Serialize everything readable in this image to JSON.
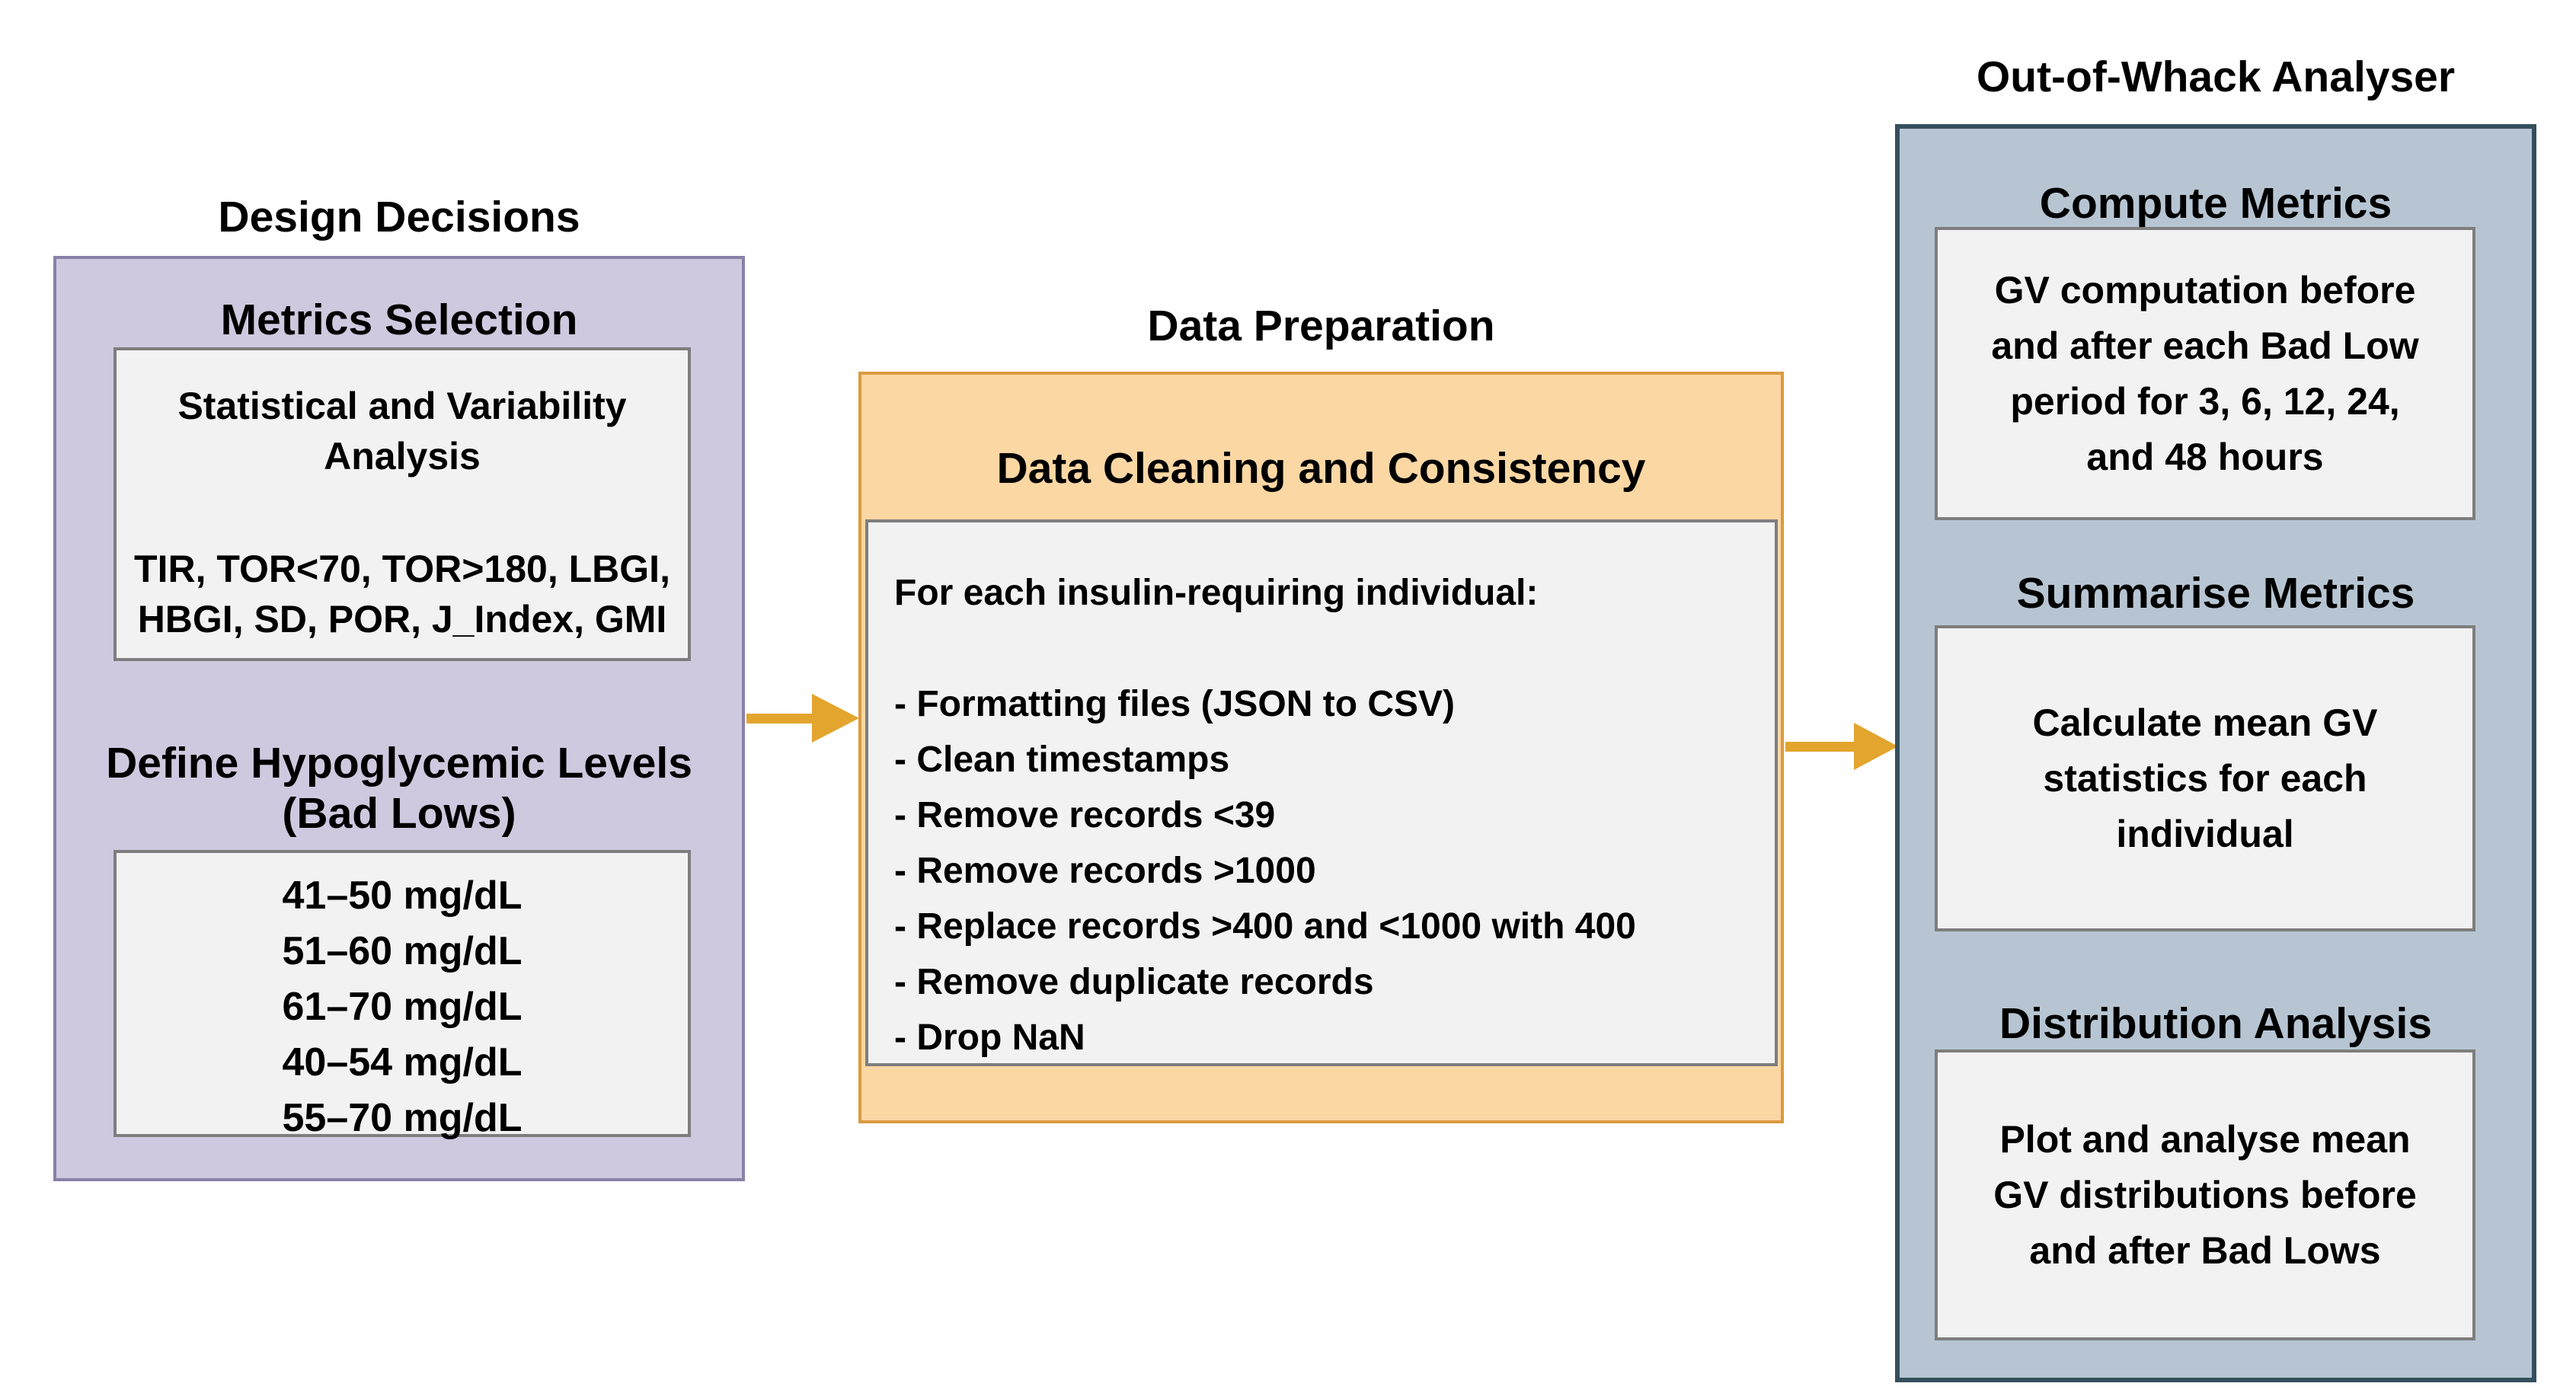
{
  "design": {
    "title": "Design Decisions",
    "metrics": {
      "heading": "Metrics Selection",
      "analysis_lines": [
        "Statistical and Variability",
        "Analysis"
      ],
      "metrics_lines": [
        "TIR, TOR<70, TOR>180, LBGI,",
        "HBGI, SD, POR, J_Index, GMI"
      ]
    },
    "hypo": {
      "heading_lines": [
        "Define Hypoglycemic Levels",
        "(Bad Lows)"
      ],
      "levels": [
        "41–50 mg/dL",
        "51–60 mg/dL",
        "61–70 mg/dL",
        "40–54 mg/dL",
        "55–70 mg/dL"
      ]
    }
  },
  "preparation": {
    "title": "Data Preparation",
    "heading": "Data Cleaning and Consistency",
    "intro": "For each insulin-requiring individual:",
    "steps": [
      "- Formatting files (JSON to CSV)",
      "- Clean timestamps",
      "- Remove records <39",
      "- Remove records >1000",
      "- Replace records >400 and <1000 with 400",
      "- Remove duplicate records",
      "- Drop NaN"
    ]
  },
  "analyser": {
    "title": "Out-of-Whack Analyser",
    "compute": {
      "heading": "Compute Metrics",
      "body_lines": [
        "GV computation before",
        "and after each Bad Low",
        "period for 3, 6, 12, 24,",
        "and 48 hours"
      ]
    },
    "summarise": {
      "heading": "Summarise Metrics",
      "body_lines": [
        "Calculate mean GV",
        "statistics for each",
        "individual"
      ]
    },
    "distribution": {
      "heading": "Distribution Analysis",
      "body_lines": [
        "Plot and analyse mean",
        "GV distributions before",
        "and after Bad Lows"
      ]
    }
  },
  "colors": {
    "purple_fill": "#CFC9DF",
    "purple_border": "#8981A8",
    "orange_fill": "#FBD7A4",
    "orange_border": "#DB9A3F",
    "blue_fill": "#B7C5D3",
    "blue_border": "#344F5E",
    "inner_fill": "#F3F2F3",
    "inner_border": "#7E7E7E",
    "arrow": "#E3A52E"
  }
}
